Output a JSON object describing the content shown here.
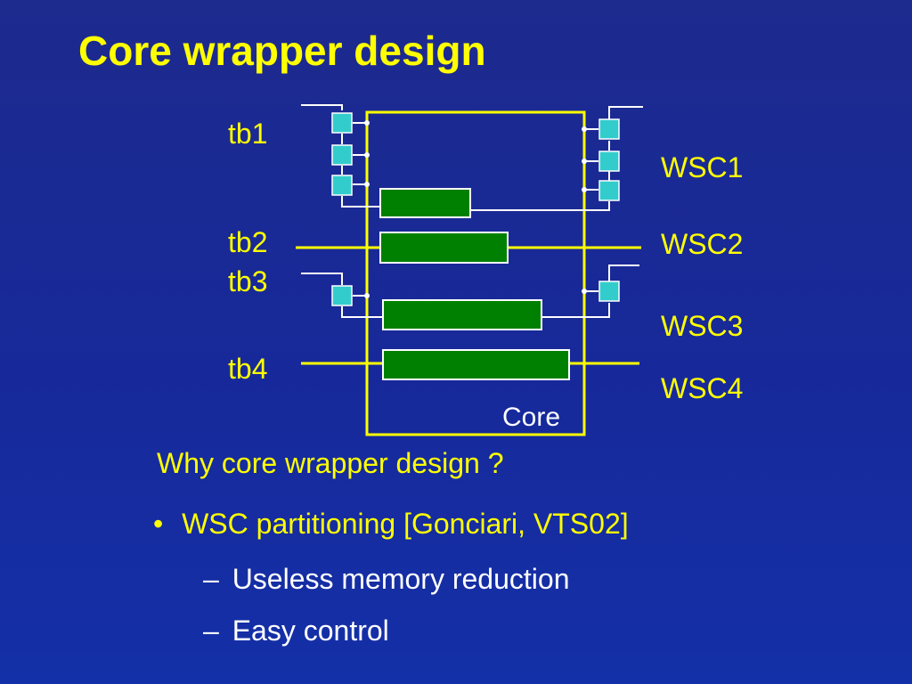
{
  "slide": {
    "title": "Core wrapper design"
  },
  "diagram": {
    "left_labels": {
      "tb1": "tb1",
      "tb2": "tb2",
      "tb3": "tb3",
      "tb4": "tb4"
    },
    "right_labels": {
      "wsc1": "WSC1",
      "wsc2": "WSC2",
      "wsc3": "WSC3",
      "wsc4": "WSC4"
    },
    "core_label": "Core",
    "colors": {
      "wire": "#ffff00",
      "wrapper_cell": "#33cccc",
      "scan_chain": "#008000",
      "core_outline": "#ffff00",
      "mux_wire": "#ffffff"
    }
  },
  "body": {
    "question": "Why core wrapper design ?",
    "bullet_marker": "•",
    "bullet": "WSC partitioning [Gonciari, VTS02]",
    "sub_marker": "–",
    "sub_items": [
      "Useless memory reduction",
      "Easy control"
    ]
  }
}
